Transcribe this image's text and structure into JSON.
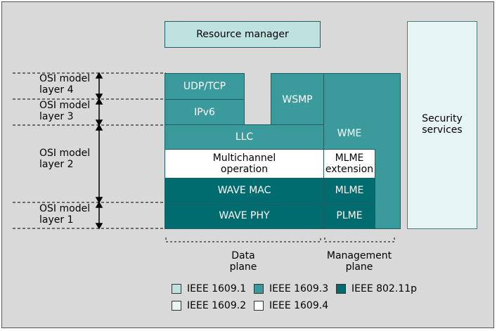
{
  "blocks": {
    "resource_manager": "Resource manager",
    "security_services": "Security services",
    "udp_tcp": "UDP/TCP",
    "ipv6": "IPv6",
    "wsmp": "WSMP",
    "wme": "WME",
    "llc": "LLC",
    "multichannel": "Multichannel operation",
    "mlme_ext": "MLME extension",
    "wave_mac": "WAVE MAC",
    "mlme": "MLME",
    "wave_phy": "WAVE PHY",
    "plme": "PLME"
  },
  "layers": {
    "l4": "OSI model layer 4",
    "l3": "OSI model layer 3",
    "l2": "OSI model layer 2",
    "l1": "OSI model layer 1"
  },
  "planes": {
    "data": "Data plane",
    "management": "Management plane"
  },
  "legend": [
    {
      "label": "IEEE 1609.1",
      "color": "#bde2e0"
    },
    {
      "label": "IEEE 1609.3",
      "color": "#3b9b9c"
    },
    {
      "label": "IEEE 802.11p",
      "color": "#006c6f"
    },
    {
      "label": "IEEE 1609.2",
      "color": "#e6f4f3"
    },
    {
      "label": "IEEE 1609.4",
      "color": "#ffffff"
    }
  ]
}
